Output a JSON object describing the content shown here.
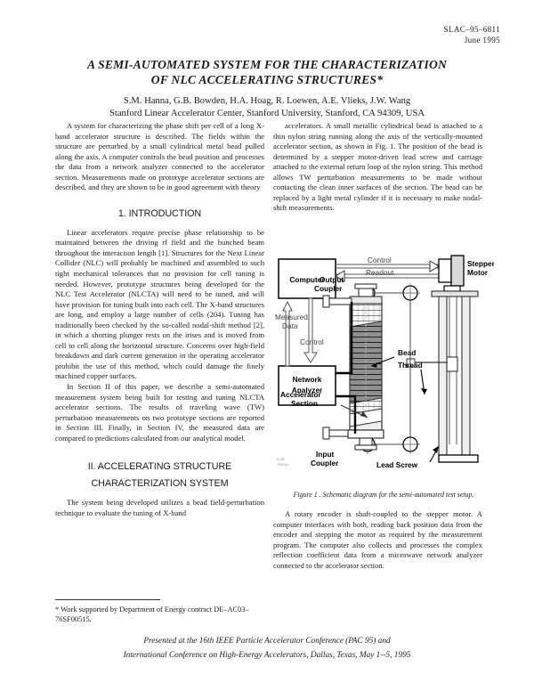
{
  "report": {
    "number": "SLAC–95–6811",
    "date": "June 1995"
  },
  "title": {
    "line1": "A SEMI-AUTOMATED SYSTEM FOR THE CHARACTERIZATION",
    "line2": "OF NLC ACCELERATING STRUCTURES*"
  },
  "authors": "S.M. Hanna, G.B. Bowden, H.A. Hoag, R. Loewen, A.E. Vlieks, J.W. Wang",
  "affiliation": "Stanford Linear Accelerator Center, Stanford University, Stanford, CA 94309, USA",
  "abstract": "A system for characterizing the phase shift per cell of a long X-band accelerator structure is described. The fields within the structure are perturbed by a small cylindrical metal bead pulled along the axis. A computer controls the bead position and processes the data from a network analyzer connected to the accelerator section. Measurements made on prototype accelerator sections are described, and they are shown to be in good agreement with theory",
  "sections": {
    "introduction_heading": "1. INTRODUCTION",
    "introduction_p1": "Linear accelerators require precise phase relationship to be maintained between the driving rf field and the bunched beam throughout the interaction length [1]. Structures for the Next Linear Collider (NLC) will probably be machined and assembled to such tight mechanical tolerances that no provision for cell tuning is needed. However, prototype structures being developed for the NLC Test Accelerator (NLCTA) will need to be tuned, and will have provision for tuning built into each cell. The X-band structures are long, and employ a large number of cells (204). Tuning has traditionally been checked by the so-called nodal-shift method [2], in which a shorting plunger rests on the irises and is moved from cell to cell along the horizontal structure. Concerns over high-field breakdown and dark current generation in the operating accelerator prohibit the use of this method, which could damage the finely machined copper surfaces.",
    "introduction_p2": "In Section II of this paper, we describe a semi-automated measurement system being built for testing and tuning NLCTA accelerator sections. The results of traveling wave (TW) perturbation measurements on two prototype sections are reported in Section III. Finally, in Section IV, the measured data are compared to predictions calculated from our analytical model.",
    "characterization_heading_line1": "II. ACCELERATING STRUCTURE",
    "characterization_heading_line2": "CHARACTERIZATION SYSTEM",
    "characterization_p1": "The system being developed utilizes a bead field-perturbation technique to evaluate the tuning of X-band",
    "right_p1": "accelerators. A small metallic cylindrical bead is attached to a thin nylon string running along the axis of the vertically-mounted accelerator section, as shown in Fig. 1. The position of the bead is determined by a stepper motor-driven lead screw and carriage attached to the external return loop of the nylon string. This method allows TW perturbation measurements to be made without contacting the clean inner surfaces of the  section. The bead can be replaced by a light metal cylinder if it is necessary to make nodal-shift measurements.",
    "right_p2": "A rotary encoder is shaft-coupled to the stepper motor. A computer interfaces with both, reading back position data from the encoder and stepping the motor as required by the measurement program. The computer also collects and processes the complex reflection coefficient data from a microwave network analyzer connected to the accelerator section."
  },
  "figure": {
    "caption": "Figure 1 . Schematic diagram for the semi-automated test setup.",
    "labels": {
      "computer": "Computer",
      "network_analyzer_line1": "Network",
      "network_analyzer_line2": "Analyzer",
      "measured_data_line1": "Measured",
      "measured_data_line2": "Data",
      "control_left": "Control",
      "control_top": "Control",
      "readout": "Readout",
      "stepper_motor_line1": "Stepper",
      "stepper_motor_line2": "Motor",
      "output_coupler_line1": "Output",
      "output_coupler_line2": "Coupler",
      "input_coupler_line1": "Input",
      "input_coupler_line2": "Coupler",
      "accelerator_section_line1": "Accelerator",
      "accelerator_section_line2": "Section",
      "bead": "Bead",
      "thread": "Thread",
      "lead_screw": "Lead Screw",
      "stamp_line1": "6–95",
      "stamp_line2": "7902A1"
    }
  },
  "footnote": "* Work supported by Department of Energy contract DE–AC03–76SF00515.",
  "conference_footer": {
    "line1": "Presented at the 16th IEEE Particle Accelerator Conference (PAC 95) and",
    "line2": "International Conference on High-Energy Accelerators, Dallas, Texas, May 1--5, 1995"
  }
}
